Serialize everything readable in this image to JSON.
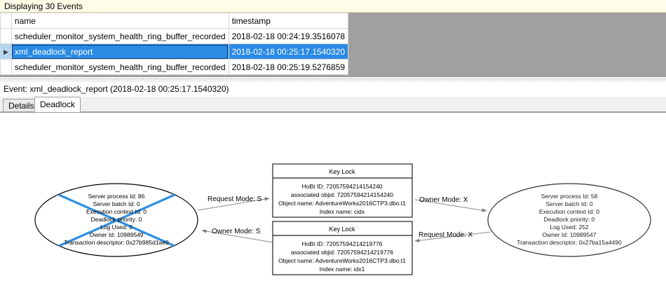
{
  "banner": {
    "text": "Displaying 30 Events"
  },
  "grid": {
    "columns": [
      {
        "key": "selector",
        "label": ""
      },
      {
        "key": "name",
        "label": "name"
      },
      {
        "key": "timestamp",
        "label": "timestamp"
      }
    ],
    "rows": [
      {
        "selector": "",
        "name": "scheduler_monitor_system_health_ring_buffer_recorded",
        "timestamp": "2018-02-18 00:24:19.3516078",
        "selected": false
      },
      {
        "selector": "▶",
        "name": "xml_deadlock_report",
        "timestamp": "2018-02-18 00:25:17.1540320",
        "selected": true
      },
      {
        "selector": "",
        "name": "scheduler_monitor_system_health_ring_buffer_recorded",
        "timestamp": "2018-02-18 00:25:19.5276859",
        "selected": false
      }
    ],
    "selection_color": "#2a8ae4",
    "row_header_color": "#b3d7f2",
    "empty_area_color": "#a0a0a0"
  },
  "event_header": {
    "text": "Event: xml_deadlock_report (2018-02-18 00:25:17.1540320)"
  },
  "tabs": [
    {
      "label": "Details",
      "active": false
    },
    {
      "label": "Deadlock",
      "active": true
    }
  ],
  "deadlock_graph": {
    "victim_marker_color": "#2f8fe0",
    "processes": [
      {
        "id": "left-process",
        "victim": true,
        "lines": [
          "Server process Id: 86",
          "Server batch Id: 0",
          "Execution context Id: 0",
          "Deadlock priority: 0",
          "Log Used: 0",
          "Owner Id: 10989549",
          "Transaction descriptor: 0x27b985d1ae0"
        ]
      },
      {
        "id": "right-process",
        "victim": false,
        "lines": [
          "Server process Id: 58",
          "Server batch Id: 0",
          "Execution context Id: 0",
          "Deadlock priority: 0",
          "Log Used: 252",
          "Owner Id: 10989547",
          "Transaction descriptor: 0x27ba15a4490"
        ]
      }
    ],
    "resources": [
      {
        "id": "top-key-lock",
        "title": "Key Lock",
        "lines": [
          "HoBt ID: 72057594214154240",
          "associated objid: 72057594214154240",
          "Object name: AdventureWorks2016CTP3.dbo.t1",
          "Index name: cidx"
        ]
      },
      {
        "id": "bottom-key-lock",
        "title": "Key Lock",
        "lines": [
          "HoBt ID: 72057594214219776",
          "associated objid: 72057594214219776",
          "Object name: AdventureWorks2016CTP3.dbo.t1",
          "Index name: idx1"
        ]
      }
    ],
    "edges": [
      {
        "id": "edge-left-request",
        "label": "Request Mode: S"
      },
      {
        "id": "edge-right-owner",
        "label": "Owner Mode: X"
      },
      {
        "id": "edge-left-owner",
        "label": "Owner Mode: S"
      },
      {
        "id": "edge-right-request",
        "label": "Request Mode: X"
      }
    ]
  }
}
